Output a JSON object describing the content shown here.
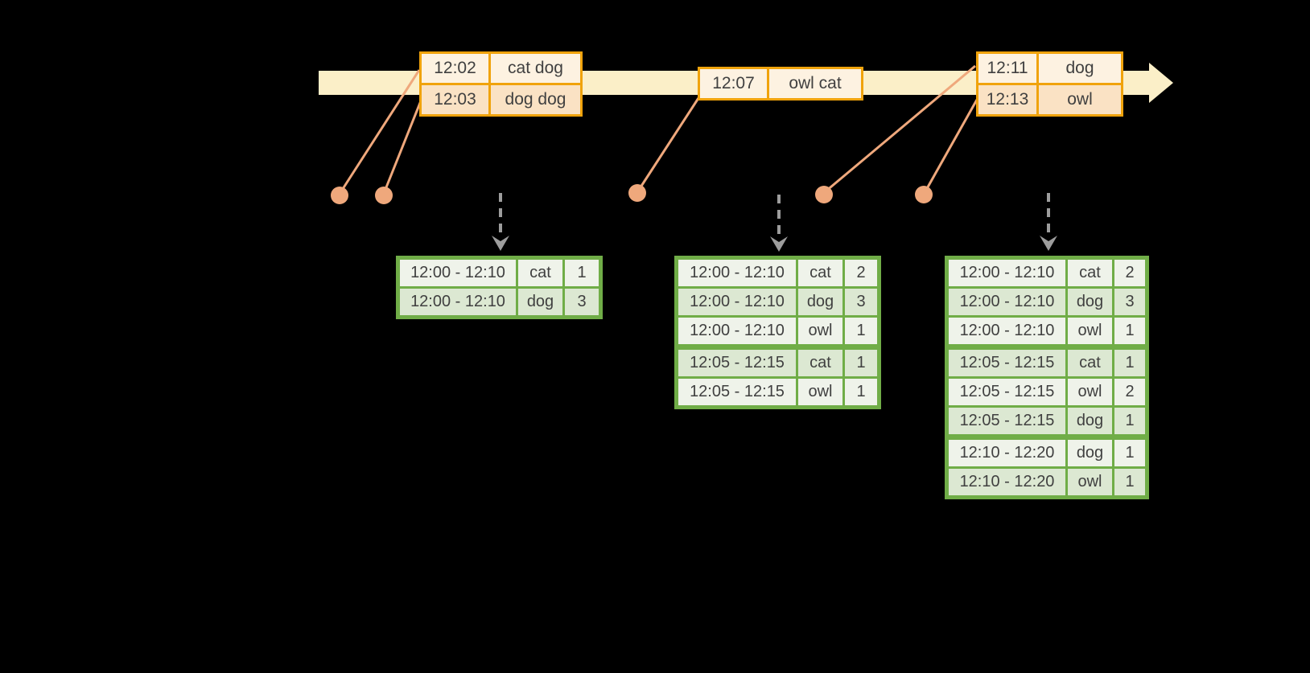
{
  "colors": {
    "timeline": "#FBEFC8",
    "event_border": "#F0A30C",
    "event_row_dark": "#FAE2C4",
    "event_row_light": "#FDF2E1",
    "connector": "#EFA87C",
    "arrow_gray": "#9D9D9D",
    "table_border": "#70AD47",
    "row_dark": "#DCE8D2",
    "row_light": "#EFF3EA",
    "text": "#404040",
    "background": "#000000"
  },
  "event_boxes": [
    {
      "rows": [
        [
          "12:02",
          "cat dog"
        ],
        [
          "12:03",
          "dog dog"
        ]
      ]
    },
    {
      "rows": [
        [
          "12:07",
          "owl cat"
        ]
      ]
    },
    {
      "rows": [
        [
          "12:11",
          "dog"
        ],
        [
          "12:13",
          "owl"
        ]
      ]
    }
  ],
  "result_tables": [
    {
      "rows": [
        [
          "12:00 - 12:10",
          "cat",
          "1"
        ],
        [
          "12:00 - 12:10",
          "dog",
          "3"
        ]
      ]
    },
    {
      "rows": [
        [
          "12:00 - 12:10",
          "cat",
          "2"
        ],
        [
          "12:00 - 12:10",
          "dog",
          "3"
        ],
        [
          "12:00 - 12:10",
          "owl",
          "1"
        ],
        [
          "12:05 - 12:15",
          "cat",
          "1"
        ],
        [
          "12:05 - 12:15",
          "owl",
          "1"
        ]
      ]
    },
    {
      "rows": [
        [
          "12:00 - 12:10",
          "cat",
          "2"
        ],
        [
          "12:00 - 12:10",
          "dog",
          "3"
        ],
        [
          "12:00 - 12:10",
          "owl",
          "1"
        ],
        [
          "12:05 - 12:15",
          "cat",
          "1"
        ],
        [
          "12:05 - 12:15",
          "owl",
          "2"
        ],
        [
          "12:05 - 12:15",
          "dog",
          "1"
        ],
        [
          "12:10 - 12:20",
          "dog",
          "1"
        ],
        [
          "12:10 - 12:20",
          "owl",
          "1"
        ]
      ]
    }
  ]
}
